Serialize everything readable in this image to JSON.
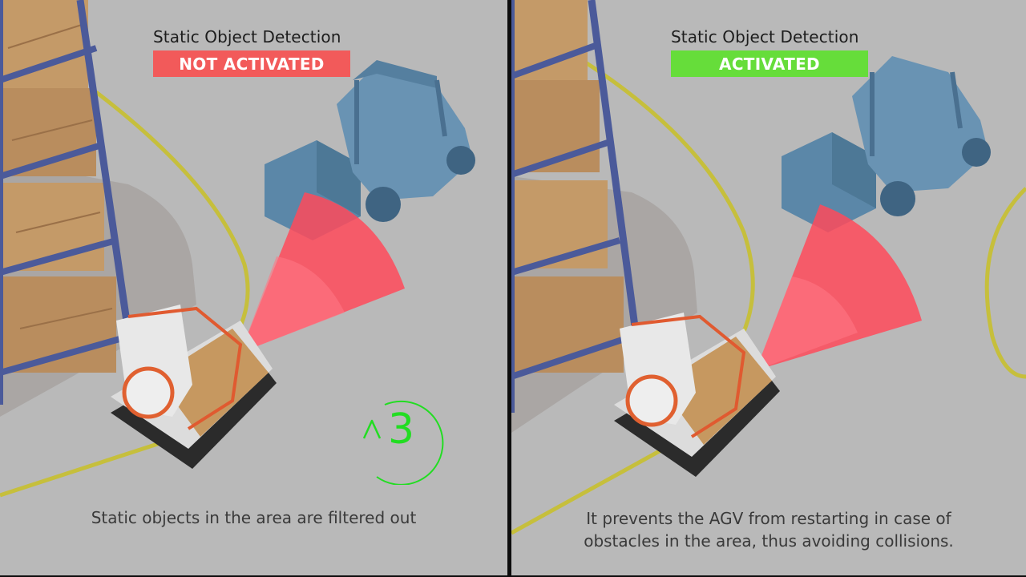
{
  "left": {
    "title": "Static Object Detection",
    "status": "NOT ACTIVATED",
    "status_color": "#f25a5a",
    "countdown": "3",
    "caption_lines": [
      "Static objects in the area are filtered out"
    ]
  },
  "right": {
    "title": "Static Object Detection",
    "status": "ACTIVATED",
    "status_color": "#66dd3a",
    "caption_lines": [
      "It prevents the AGV from restarting in case of",
      "obstacles in the area, thus avoiding collisions."
    ]
  },
  "colors": {
    "floor": "#b8b8b8",
    "rack": "#4b5a9a",
    "floor_line": "#c8c040",
    "forklift": "#5b87a8",
    "scan_field": "#ff4a5a",
    "countdown": "#22dd22"
  },
  "icons": [
    "rotate-arrow-icon"
  ]
}
